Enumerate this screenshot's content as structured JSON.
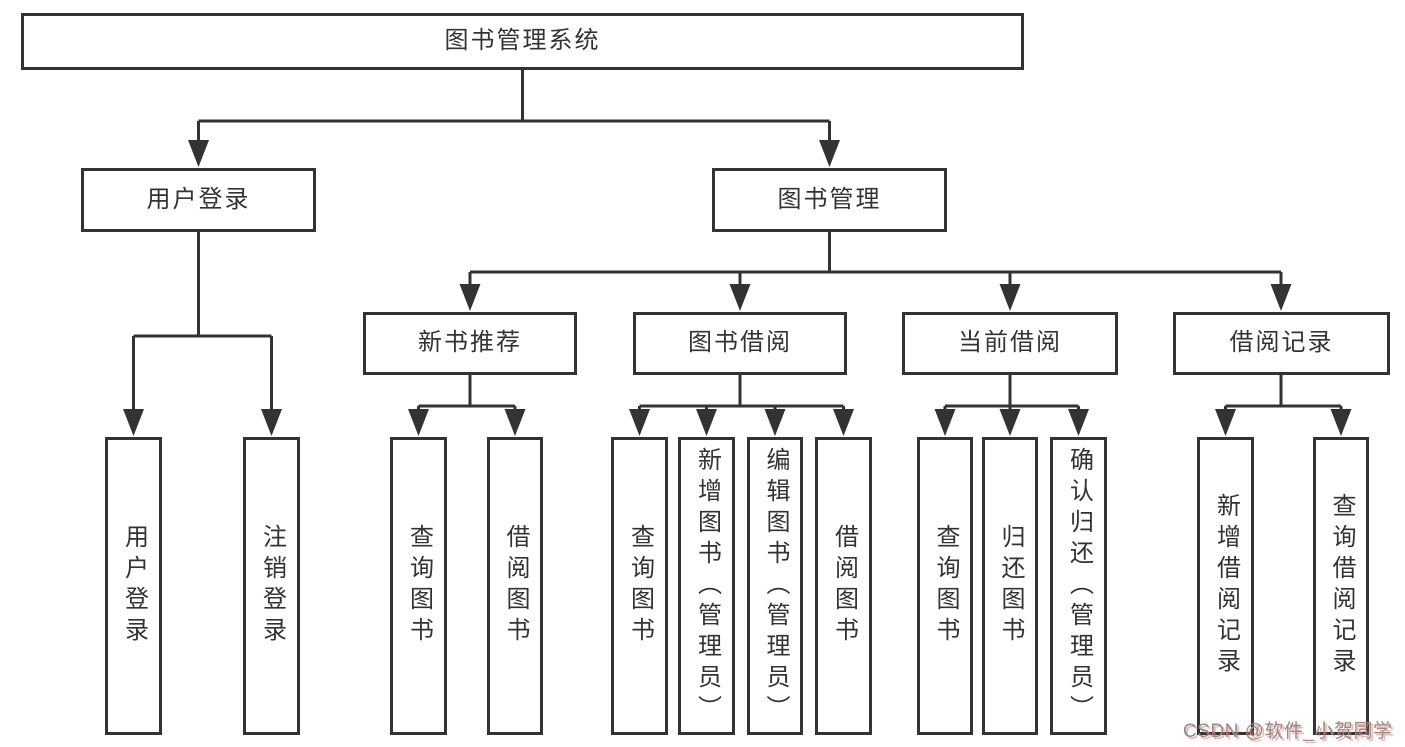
{
  "tree": {
    "label": "图书管理系统",
    "children": [
      {
        "label": "用户登录",
        "children": [
          {
            "label": "用户登录"
          },
          {
            "label": "注销登录"
          }
        ]
      },
      {
        "label": "图书管理",
        "children": [
          {
            "label": "新书推荐",
            "children": [
              {
                "label": "查询图书"
              },
              {
                "label": "借阅图书"
              }
            ]
          },
          {
            "label": "图书借阅",
            "children": [
              {
                "label": "查询图书"
              },
              {
                "label": "新增图书（管理员）"
              },
              {
                "label": "编辑图书（管理员）"
              },
              {
                "label": "借阅图书"
              }
            ]
          },
          {
            "label": "当前借阅",
            "children": [
              {
                "label": "查询图书"
              },
              {
                "label": "归还图书"
              },
              {
                "label": "确认归还（管理员）"
              }
            ]
          },
          {
            "label": "借阅记录",
            "children": [
              {
                "label": "新增借阅记录"
              },
              {
                "label": "查询借阅记录"
              }
            ]
          }
        ]
      }
    ]
  },
  "watermark": {
    "text": "CSDN @软件_小贺同学"
  },
  "colors": {
    "line": "#333333",
    "box_border": "#333333",
    "text": "#333333",
    "background": "#ffffff",
    "watermark_text": "#8e8e8e",
    "watermark_shadow": "#f06e5f"
  }
}
